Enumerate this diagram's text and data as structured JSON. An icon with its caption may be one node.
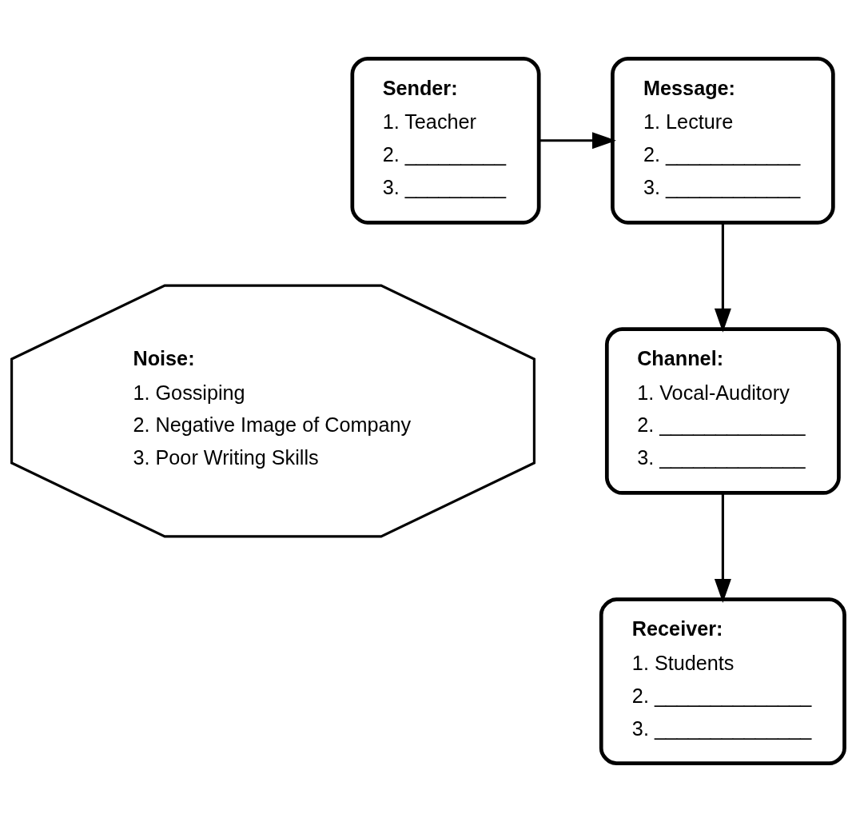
{
  "diagram": {
    "nodes": [
      {
        "text": [
          "Sender:",
          "1. Teacher",
          "2. _________",
          "3. _________"
        ]
      },
      {
        "text": [
          "Message:",
          "1. Lecture",
          "2. ____________",
          "3. ____________"
        ]
      },
      {
        "text": [
          "Channel:",
          "1. Vocal-Auditory",
          "2. _____________",
          "3. _____________"
        ]
      },
      {
        "text": [
          "Receiver:",
          "1. Students",
          "2. ______________",
          "3. ______________"
        ]
      },
      {
        "text": [
          "Noise:",
          "1. Gossiping",
          "2. Negative Image of Company",
          "3. Poor Writing Skills"
        ]
      }
    ],
    "edges": [
      {
        "from": 0,
        "to": 1,
        "arrow": "to"
      },
      {
        "from": 1,
        "to": 2,
        "arrow": "to"
      },
      {
        "from": 2,
        "to": 3,
        "arrow": "to"
      }
    ]
  }
}
